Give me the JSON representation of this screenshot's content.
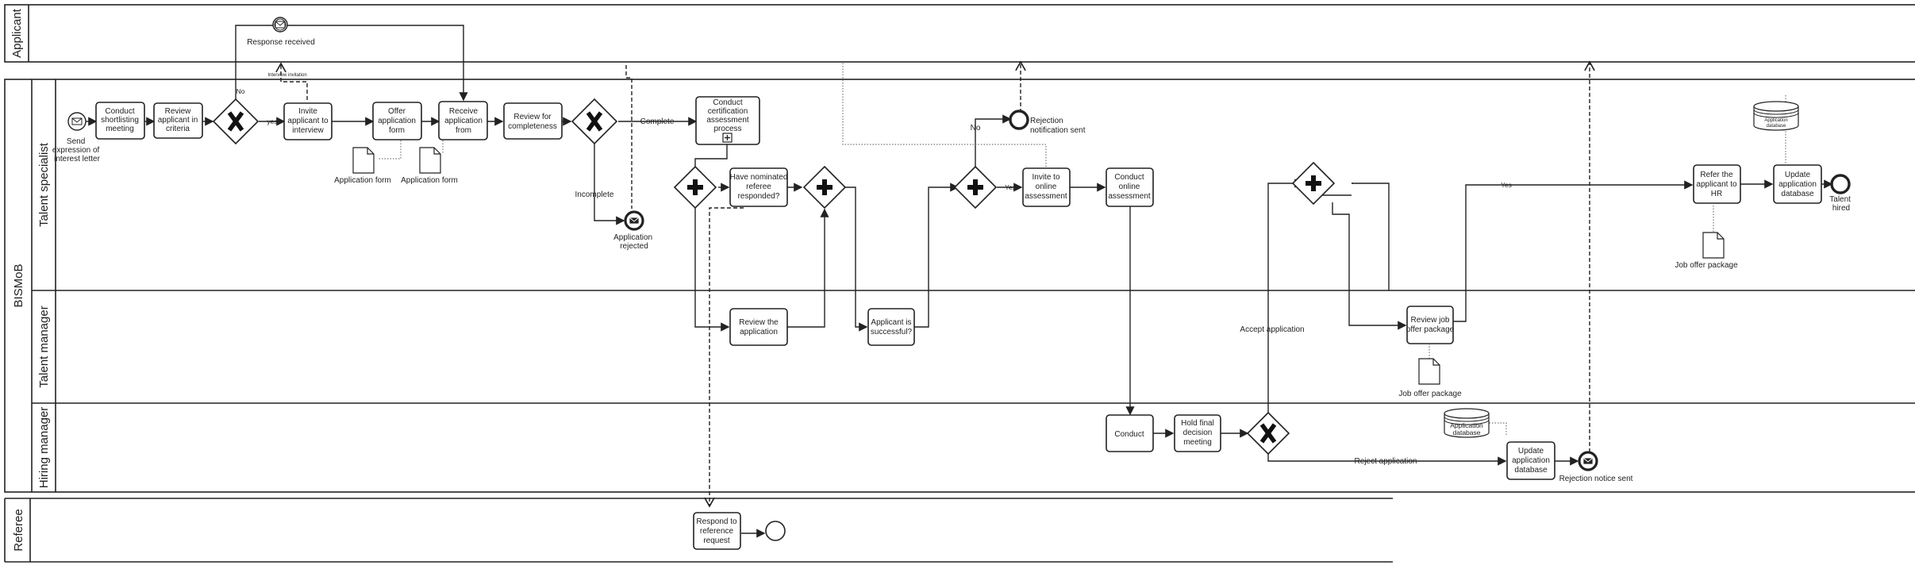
{
  "pools": {
    "applicant": "Applicant",
    "bismob": "BISMoB",
    "referee": "Referee"
  },
  "lanes": {
    "talent_specialist": "Talent specialist",
    "talent_manager": "Talent manager",
    "hiring_manager": "Hiring manager"
  },
  "events": {
    "response_received": "Response received",
    "send_expression": [
      "Send",
      "expression of",
      "interest letter"
    ],
    "application_rejected": [
      "Application",
      "rejected"
    ],
    "rejection_notification_sent": [
      "Rejection",
      "notification sent"
    ],
    "talent_hired": [
      "Talent",
      "hired"
    ],
    "rejection_notice_sent": "Rejection notice sent"
  },
  "tasks": {
    "conduct_shortlisting": [
      "Conduct",
      "shortlisting",
      "meeting"
    ],
    "review_applicant": [
      "Review",
      "applicant in",
      "criteria"
    ],
    "invite_interview": [
      "Invite",
      "applicant to",
      "interview"
    ],
    "offer_application_form": [
      "Offer",
      "application",
      "form"
    ],
    "receive_application": [
      "Receive",
      "application",
      "from"
    ],
    "review_completeness": [
      "Review for",
      "completeness"
    ],
    "conduct_certification": [
      "Conduct",
      "certification",
      "assessment",
      "process"
    ],
    "have_nominated_referee": [
      "Have nominated",
      "referee",
      "responded?"
    ],
    "invite_online_assessment": [
      "Invite to",
      "online",
      "assessment"
    ],
    "conduct_online_assessment": [
      "Conduct",
      "online",
      "assessment"
    ],
    "refer_applicant_hr": [
      "Refer the",
      "applicant to",
      "HR"
    ],
    "update_app_db_ts": [
      "Update",
      "application",
      "database"
    ],
    "review_the_application": [
      "Review the",
      "application"
    ],
    "applicant_successful": [
      "Applicant is",
      "successful?"
    ],
    "review_job_offer": [
      "Review job",
      "offer package"
    ],
    "conduct_hm": [
      "Conduct"
    ],
    "hold_final_decision": [
      "Hold final",
      "decision",
      "meeting"
    ],
    "update_app_db_hm": [
      "Update",
      "application",
      "database"
    ],
    "respond_reference": [
      "Respond to",
      "reference",
      "request"
    ]
  },
  "flow_labels": {
    "no_1": "No",
    "yes_1": "yes",
    "complete": "Complete",
    "incomplete": "Incomplete",
    "no_2": "No",
    "yes_2": "Yes",
    "yes_3": "Yes",
    "accept_application": "Accept application",
    "reject_application": "Reject application",
    "interview_invitation": "Interview invitation"
  },
  "artifacts": {
    "application_form_1": "Application form",
    "application_form_2": "Application form",
    "job_offer_package_ts": "Job offer package",
    "job_offer_package_tm": "Job offer package",
    "application_database_ts": [
      "Application",
      "database"
    ],
    "application_database_hm": [
      "Application",
      "database"
    ]
  }
}
